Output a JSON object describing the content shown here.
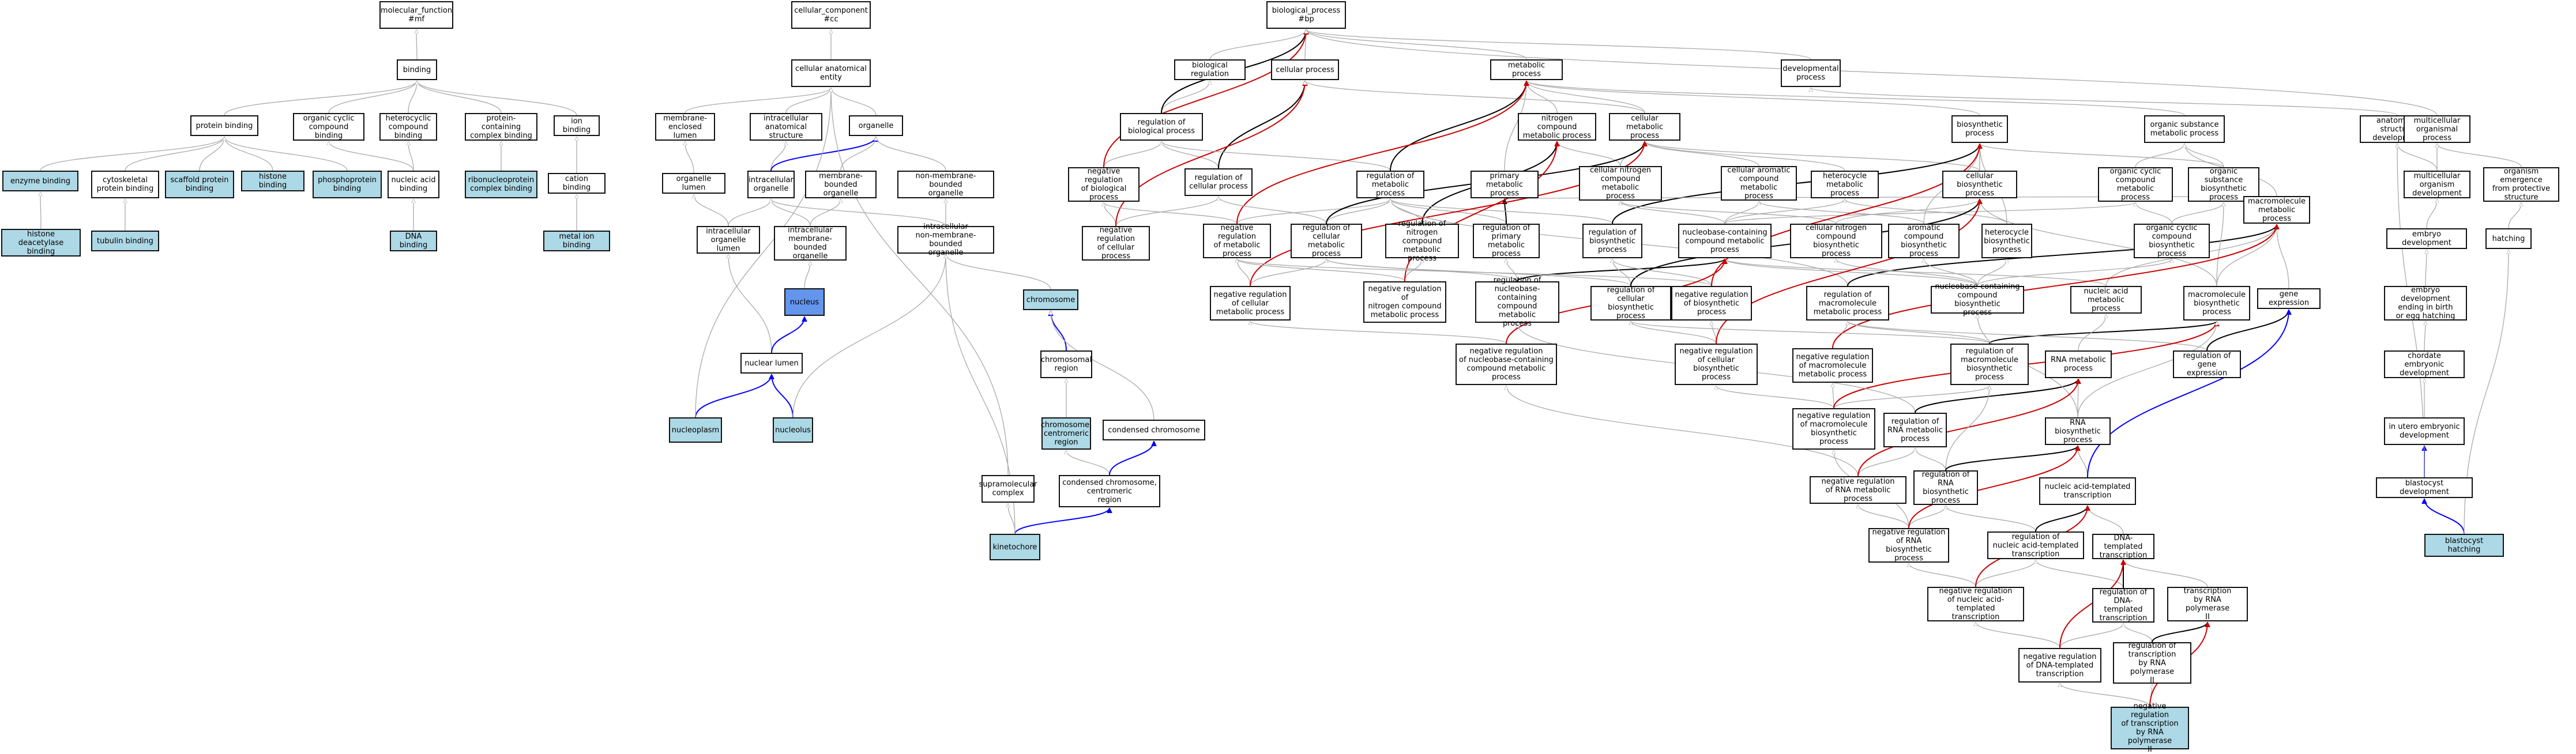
{
  "colors": {
    "default": "#ffffff",
    "highlight": "#add8e6",
    "selected": "#6495ed",
    "edge_is_a": "#aaaaaa",
    "edge_part_of": "#0000ff",
    "edge_regulates": "#000000",
    "edge_neg_regulates": "#cc0000"
  },
  "nodes": {
    "mf": "molecular_function\n#mf",
    "binding": "binding",
    "protein_binding": "protein binding",
    "ocb": "organic cyclic\ncompound binding",
    "hcb": "heterocyclic\ncompound binding",
    "pccb": "protein-containing\ncomplex binding",
    "ion_binding": "ion binding",
    "enzyme_binding": "enzyme binding",
    "cytoskeletal": "cytoskeletal\nprotein binding",
    "scaffold": "scaffold protein\nbinding",
    "histone_binding": "histone binding",
    "phosphoprotein": "phosphoprotein\nbinding",
    "nab": "nucleic acid\nbinding",
    "ribonucleoprotein": "ribonucleoprotein\ncomplex binding",
    "cation": "cation binding",
    "hdb": "histone deacetylase\nbinding",
    "tubulin": "tubulin binding",
    "dna_binding": "DNA binding",
    "metal": "metal ion binding",
    "cc": "cellular_component\n#cc",
    "cae": "cellular anatomical\nentity",
    "mel": "membrane-enclosed\nlumen",
    "ias": "intracellular\nanatomical structure",
    "organelle": "organelle",
    "organelle_lumen": "organelle lumen",
    "io": "intracellular\norganelle",
    "mbo": "membrane-bounded\norganelle",
    "nmbo": "non-membrane-bounded\norganelle",
    "iol": "intracellular\norganelle lumen",
    "imbo": "intracellular\nmembrane-bounded\norganelle",
    "inmbo": "intracellular\nnon-membrane-bounded\norganelle",
    "nucleus": "nucleus",
    "chromosome": "chromosome",
    "nuclear_lumen": "nuclear lumen",
    "chrom_region": "chromosomal\nregion",
    "ccr": "chromosome,\ncentromeric\nregion",
    "condensed_chrom": "condensed chromosome",
    "nucleoplasm": "nucleoplasm",
    "nucleolus": "nucleolus",
    "supramolecular": "supramolecular\ncomplex",
    "ccc": "condensed chromosome,\ncentromeric\nregion",
    "kinetochore": "kinetochore",
    "bp": "biological_process\n#bp",
    "bio_reg": "biological regulation",
    "cell_proc": "cellular process",
    "metabolic": "metabolic process",
    "dev_proc": "developmental\nprocess",
    "reg_bp": "regulation of\nbiological process",
    "reg_cp": "regulation of\ncellular process",
    "nr_bp": "negative regulation\nof biological\nprocess",
    "nr_cp": "negative regulation\nof cellular\nprocess",
    "ncmp": "nitrogen compound\nmetabolic process",
    "cmp": "cellular metabolic\nprocess",
    "reg_mp": "regulation of\nmetabolic process",
    "pmp": "primary metabolic\nprocess",
    "cncmp": "cellular nitrogen\ncompound metabolic\nprocess",
    "cacmp": "cellular aromatic\ncompound metabolic\nprocess",
    "hmp": "heterocycle\nmetabolic process",
    "biosynthetic": "biosynthetic\nprocess",
    "cbp": "cellular biosynthetic\nprocess",
    "osmp": "organic substance\nmetabolic process",
    "ocmp": "organic cyclic\ncompound metabolic\nprocess",
    "osbp": "organic substance\nbiosynthetic\nprocess",
    "asd": "anatomical structure\ndevelopment",
    "mop": "multicellular\norganismal process",
    "mod": "multicellular\norganism development",
    "oe": "organism emergence\nfrom protective\nstructure",
    "nr_mp": "negative regulation\nof metabolic\nprocess",
    "reg_cmp": "regulation of\ncellular metabolic\nprocess",
    "reg_ncmp": "regulation of\nnitrogen compound\nmetabolic process",
    "reg_pmp": "regulation of\nprimary metabolic\nprocess",
    "reg_bsp": "regulation of\nbiosynthetic\nprocess",
    "nccmp": "nucleobase-containing\ncompound metabolic\nprocess",
    "cncbp": "cellular nitrogen\ncompound biosynthetic\nprocess",
    "acbp": "aromatic compound\nbiosynthetic\nprocess",
    "hbp": "heterocycle\nbiosynthetic\nprocess",
    "occbp": "organic cyclic\ncompound biosynthetic\nprocess",
    "macromol_mp": "macromolecule\nmetabolic process",
    "embryo_dev": "embryo development",
    "hatching": "hatching",
    "nr_cmp": "negative regulation\nof cellular\nmetabolic process",
    "nr_ncmp": "negative regulation\nof\nnitrogen compound\nmetabolic process",
    "reg_nccmp": "regulation of\nnucleobase-containing\ncompound metabolic\nprocess",
    "reg_cbp": "regulation of\ncellular biosynthetic\nprocess",
    "nr_bsp": "negative regulation\nof biosynthetic\nprocess",
    "reg_mmp": "regulation of\nmacromolecule\nmetabolic process",
    "nccbp": "nucleobase-containing\ncompound biosynthetic\nprocess",
    "namp": "nucleic acid\nmetabolic process",
    "mbp": "macromolecule\nbiosynthetic\nprocess",
    "gene_expr": "gene expression",
    "eebeh": "embryo development\nending in birth\nor egg hatching",
    "nr_nccmp": "negative regulation\nof nucleobase-containing\ncompound metabolic\nprocess",
    "nr_cbp": "negative regulation\nof cellular\nbiosynthetic\nprocess",
    "nr_mmp": "negative regulation\nof macromolecule\nmetabolic process",
    "reg_mbp": "regulation of\nmacromolecule\nbiosynthetic\nprocess",
    "rna_mp": "RNA metabolic\nprocess",
    "reg_ge": "regulation of\ngene expression",
    "ced": "chordate embryonic\ndevelopment",
    "nr_mbp": "negative regulation\nof macromolecule\nbiosynthetic\nprocess",
    "reg_rmp": "regulation of\nRNA metabolic\nprocess",
    "rna_bp": "RNA biosynthetic\nprocess",
    "iued": "in utero embryonic\ndevelopment",
    "nr_rmp": "negative regulation\nof RNA metabolic process",
    "reg_rbp": "regulation of\nRNA biosynthetic\nprocess",
    "nat": "nucleic acid-templated\ntranscription",
    "blasto": "blastocyst development",
    "nr_rbp": "negative regulation\nof RNA biosynthetic\nprocess",
    "reg_nat": "regulation of\nnucleic acid-templated\ntranscription",
    "dtt": "DNA-templated\ntranscription",
    "blasto_hatch": "blastocyst hatching",
    "nr_nat": "negative regulation\nof nucleic acid-templated\ntranscription",
    "reg_dtt": "regulation of\nDNA-templated\ntranscription",
    "trp2": "transcription\nby RNA polymerase\nII",
    "nr_dtt": "negative regulation\nof DNA-templated\ntranscription",
    "reg_trp2": "regulation of\ntranscription\nby RNA polymerase\nII",
    "nr_trp2": "negative regulation\nof transcription\nby RNA polymerase\nII"
  }
}
